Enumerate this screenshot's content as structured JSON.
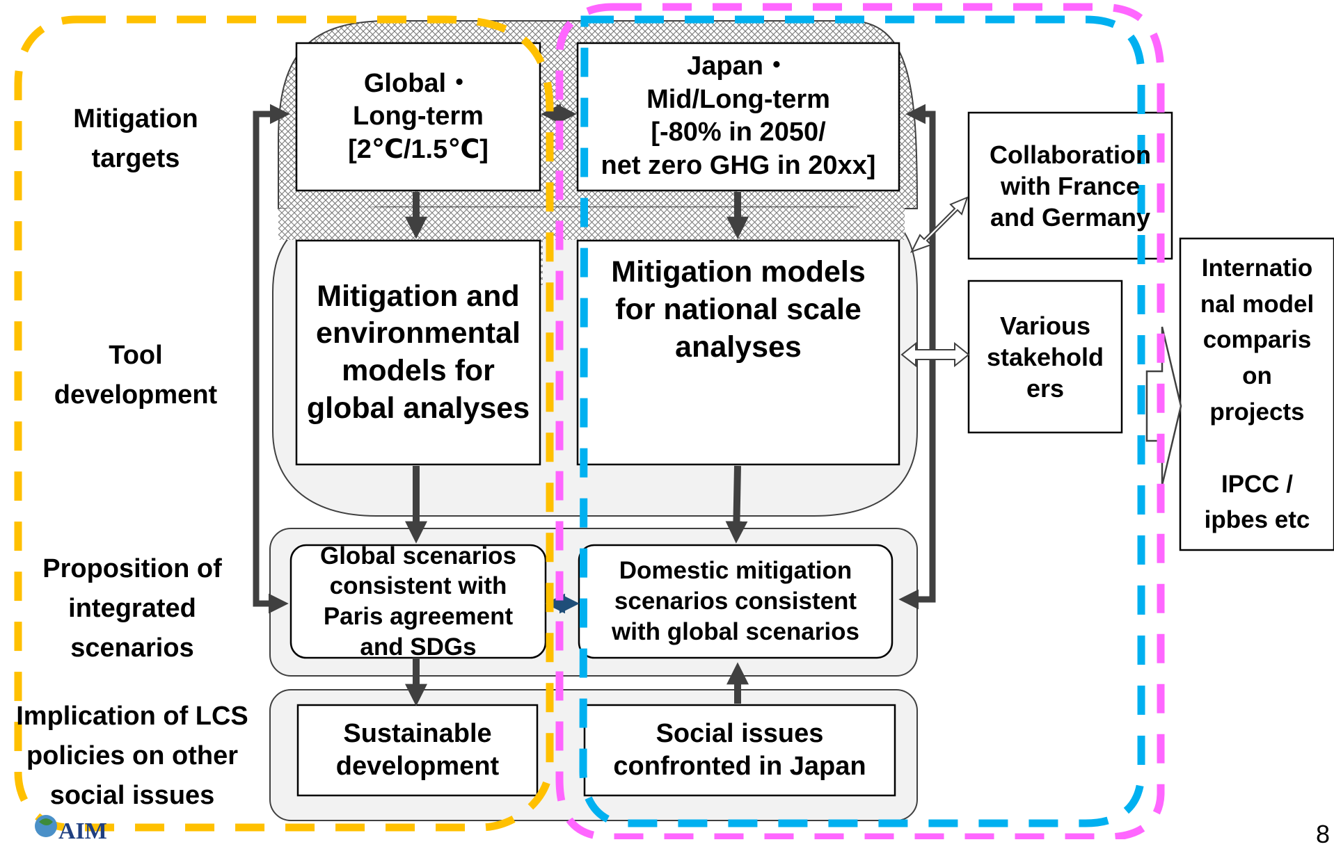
{
  "rows": {
    "mitigation_targets": "Mitigation\ntargets",
    "tool_development": "Tool\ndevelopment",
    "proposition": "Proposition of\nintegrated\nscenarios",
    "implication": "Implication of LCS\npolicies on other\nsocial issues"
  },
  "boxes": {
    "global_target": "Global・\nLong-term\n[2℃/1.5℃]",
    "japan_target": "Japan・\nMid/Long-term\n[-80% in 2050/\nnet zero GHG in 20xx]",
    "global_models": "Mitigation and\nenvironmental\nmodels for\nglobal analyses",
    "national_models": "Mitigation models\nfor national scale\nanalyses",
    "global_scenarios": "Global scenarios\nconsistent with\nParis agreement\nand SDGs",
    "domestic_scenarios": "Domestic mitigation\nscenarios consistent\nwith global scenarios",
    "sustainable_dev": "Sustainable\ndevelopment",
    "social_issues": "Social issues\nconfronted in Japan",
    "collaboration": "Collaboration\nwith France\nand Germany",
    "stakeholders": "Various\nstakehold\ners",
    "international": "Internatio\nnal model\ncomparis\non\nprojects\n\nIPCC /\nipbes etc"
  },
  "logo_text": "AIM",
  "page_number": "8",
  "colors": {
    "global_dash": "#FFC000",
    "japan_dash": "#00B0F0",
    "magenta_dash": "#FF66FF",
    "arrow": "#404040",
    "region_fill": "#F2F2F2",
    "hatch": "#808080",
    "double_arrow": "#1F4E79"
  }
}
